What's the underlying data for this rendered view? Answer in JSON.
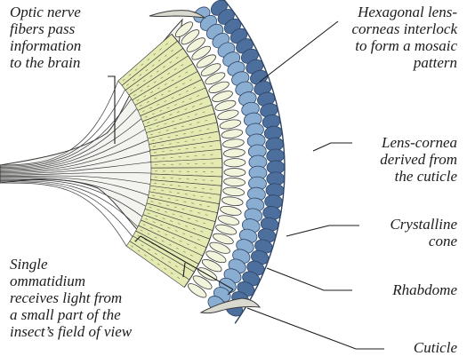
{
  "colors": {
    "lens_fill": "#8aaed2",
    "lens_dark": "#4c6f9e",
    "cone_fill": "#f2f5dc",
    "rhabdom_fill": "#e4eab2",
    "nerve_fill": "#f3f3f0",
    "outline": "#3a3a3a",
    "text": "#1c1c1c"
  },
  "labels": {
    "optic_nerve": [
      "Optic nerve",
      "fibers pass",
      "information",
      "to the brain"
    ],
    "hexagonal": [
      "Hexagonal lens-",
      "corneas interlock",
      "to form a mosaic",
      "pattern"
    ],
    "lens_cornea": [
      "Lens-cornea",
      "derived from",
      "the cuticle"
    ],
    "crystalline_cone": [
      "Crystalline",
      "cone"
    ],
    "rhabdome": [
      "Rhabdome"
    ],
    "ommatidium": [
      "Single",
      "ommatidium",
      "receives light from",
      "a small part of the",
      "insect’s field of view"
    ],
    "cuticle": [
      "Cuticle"
    ]
  }
}
